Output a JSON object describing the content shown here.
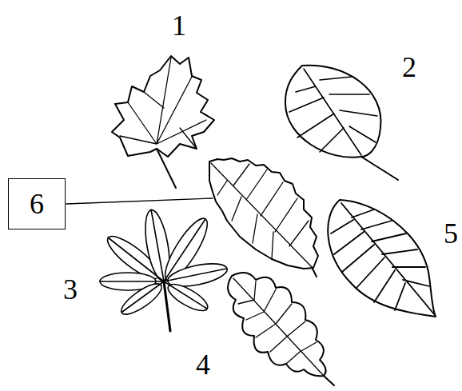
{
  "diagram": {
    "nodes": [
      {
        "text": [
          "6"
        ]
      }
    ],
    "labels": [
      "1",
      "2",
      "3",
      "4",
      "5"
    ]
  }
}
